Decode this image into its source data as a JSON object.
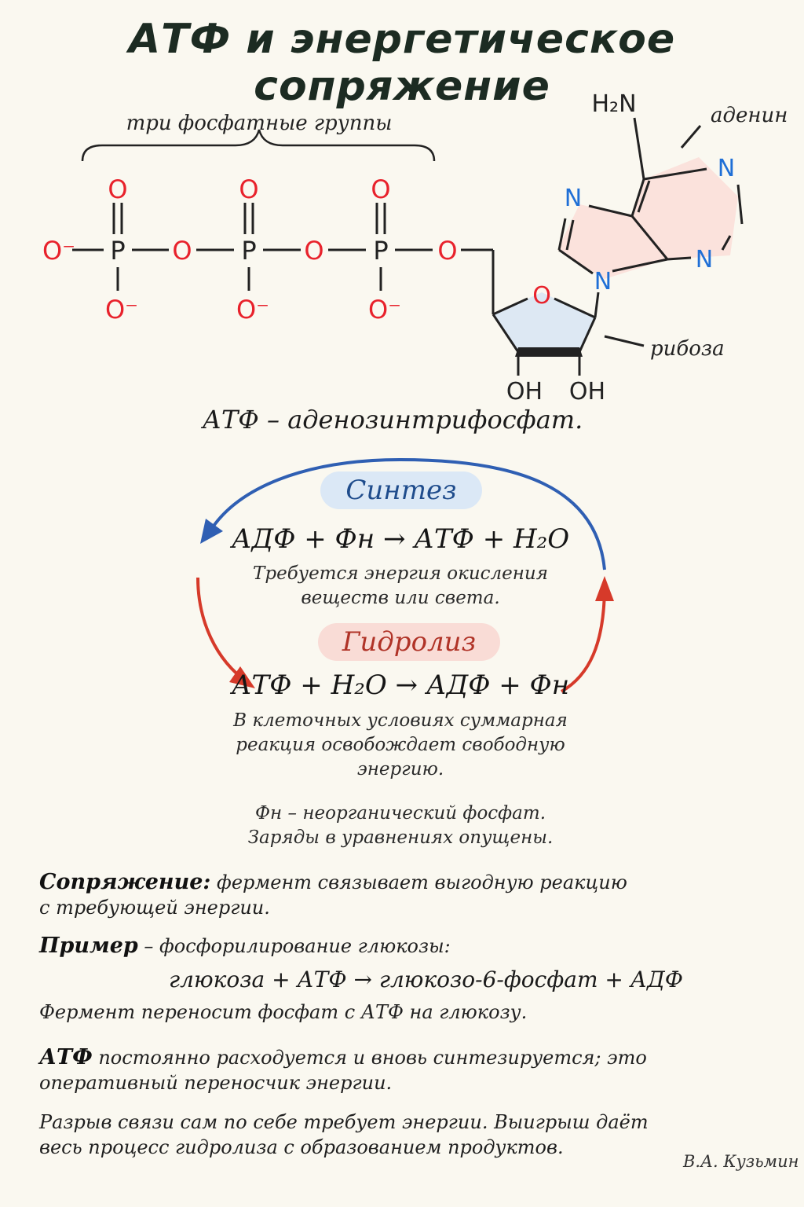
{
  "title": "АТФ и энергетическое сопряжение",
  "molecule": {
    "phosphate_brace_label": "три фосфатные группы",
    "adenine_label": "аденин",
    "ribose_label": "рибоза",
    "atoms": {
      "O": "O",
      "O_minus": "O⁻",
      "P": "P",
      "N": "N",
      "OH": "OH",
      "H2N": "H₂N"
    },
    "colors": {
      "oxygen": "#e8222c",
      "nitrogen": "#1f6fd6",
      "bond": "#222222",
      "adenine_fill": "#fbe2dc",
      "ribose_fill": "#dde8f3"
    }
  },
  "atp_definition": "АТФ – аденозинтрифосфат.",
  "cycle": {
    "synthesis_label": "Синтез",
    "synthesis_equation": "АДФ + Фн → АТФ + H₂O",
    "synthesis_note": "Требуется энергия окисления веществ или света.",
    "hydrolysis_label": "Гидролиз",
    "hydrolysis_equation": "АТФ + H₂O → АДФ + Фн",
    "hydrolysis_note": "В клеточных условиях суммарная реакция освобождает свободную энергию.",
    "footnote_line1": "Фн – неорганический фосфат.",
    "footnote_line2": "Заряды в уравнениях опущены.",
    "colors": {
      "synthesis": "#2f5fb3",
      "hydrolysis": "#d63a2a"
    }
  },
  "paragraphs": {
    "coupling_term": "Сопряжение:",
    "coupling_text": "фермент связывает выгодную реакцию с требующей энергии.",
    "example_term": "Пример",
    "example_text": "– фосфорилирование глюкозы:",
    "example_equation": "глюкоза + АТФ → глюкозо-6-фосфат + АДФ",
    "example_note": "Фермент переносит фосфат с АТФ на глюкозу.",
    "carrier_term": "АТФ",
    "carrier_text": "постоянно расходуется и вновь синтезируется; это оперативный переносчик энергии.",
    "bond_text": "Разрыв связи сам по себе требует энергии. Выигрыш даёт весь процесс гидролиза с образованием продуктов."
  },
  "author": "В.А. Кузьмин"
}
